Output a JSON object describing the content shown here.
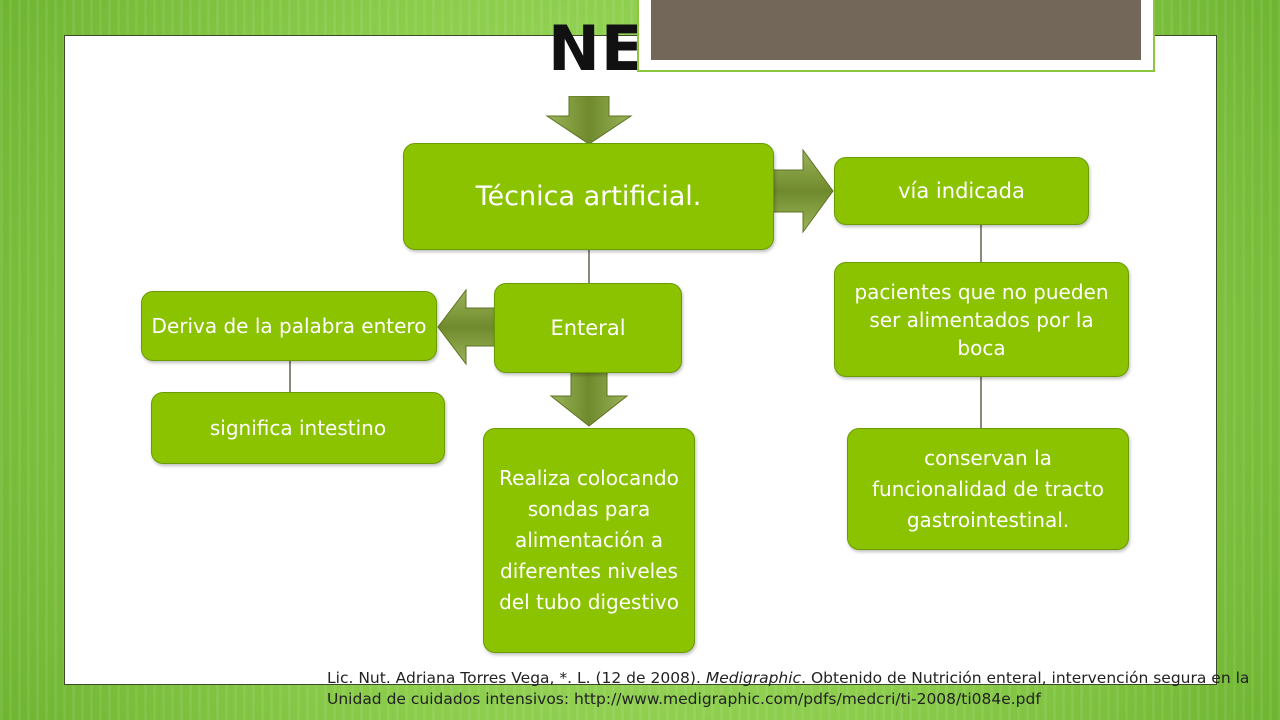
{
  "slide": {
    "title": "NE"
  },
  "nodes": {
    "tecnica": "Técnica artificial.",
    "via": "vía indicada",
    "pacientes": "pacientes que no pueden ser alimentados por la boca",
    "conservan": "conservan la funcionalidad de tracto gastrointestinal.",
    "enteral": "Enteral",
    "deriva": "Deriva de la palabra entero",
    "significa": "significa intestino",
    "realiza": "Realiza colocando sondas para alimentación a diferentes niveles del tubo digestivo"
  },
  "citation": {
    "part1": "Lic. Nut. Adriana Torres Vega, *. L. (12 de 2008). ",
    "journal": "Medigraphic",
    "part2": ". Obtenido de Nutrición enteral, intervención segura en la Unidad de cuidados intensivos: http://www.medigraphic.com/pdfs/medcri/ti-2008/ti084e.pdf"
  },
  "colors": {
    "node_fill": "#8cc300",
    "arrow_fill": "#7f9a3a",
    "background": "#8ccf4a"
  }
}
